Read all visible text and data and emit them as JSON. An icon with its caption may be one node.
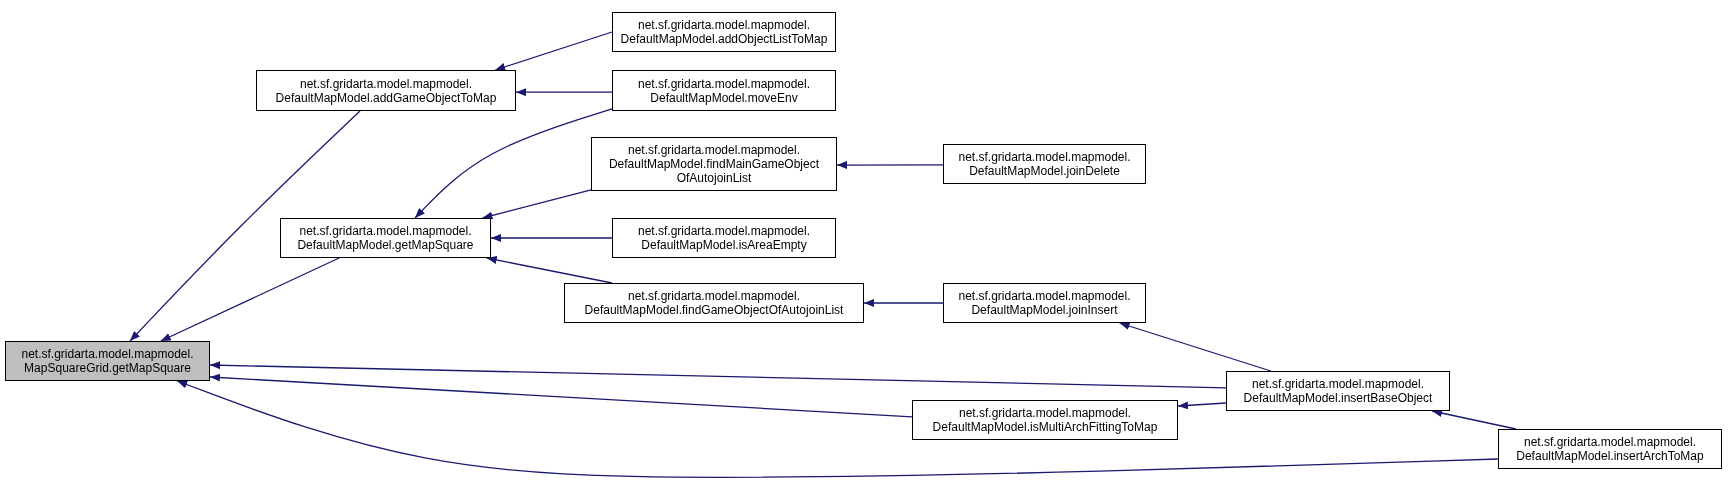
{
  "diagram": {
    "nodes": [
      {
        "text": [
          "net.sf.gridarta.model.mapmodel. MapSquareGrid.getMapSquare"
        ]
      },
      {
        "text": [
          "net.sf.gridarta.model.mapmodel. DefaultMapModel.addGameObjectToMap"
        ]
      },
      {
        "text": [
          "net.sf.gridarta.model.mapmodel. DefaultMapModel.getMapSquare"
        ]
      },
      {
        "text": [
          "net.sf.gridarta.model.mapmodel. DefaultMapModel.addObjectListToMap"
        ]
      },
      {
        "text": [
          "net.sf.gridarta.model.mapmodel. DefaultMapModel.moveEnv"
        ]
      },
      {
        "text": [
          "net.sf.gridarta.model.mapmodel. DefaultMapModel.findMainGameObject OfAutojoinList"
        ]
      },
      {
        "text": [
          "net.sf.gridarta.model.mapmodel. DefaultMapModel.isAreaEmpty"
        ]
      },
      {
        "text": [
          "net.sf.gridarta.model.mapmodel. DefaultMapModel.findGameObjectOfAutojoinList"
        ]
      },
      {
        "text": [
          "net.sf.gridarta.model.mapmodel. DefaultMapModel.joinDelete"
        ]
      },
      {
        "text": [
          "net.sf.gridarta.model.mapmodel. DefaultMapModel.joinInsert"
        ]
      },
      {
        "text": [
          "net.sf.gridarta.model.mapmodel. DefaultMapModel.isMultiArchFittingToMap"
        ]
      },
      {
        "text": [
          "net.sf.gridarta.model.mapmodel. DefaultMapModel.insertBaseObject"
        ]
      },
      {
        "text": [
          "net.sf.gridarta.model.mapmodel. DefaultMapModel.insertArchToMap"
        ]
      }
    ],
    "edges": [
      {
        "from": 1,
        "to": 0,
        "arrow": "to"
      },
      {
        "from": 2,
        "to": 0,
        "arrow": "to"
      },
      {
        "from": 11,
        "to": 0,
        "arrow": "to"
      },
      {
        "from": 10,
        "to": 0,
        "arrow": "to"
      },
      {
        "from": 12,
        "to": 0,
        "arrow": "to"
      },
      {
        "from": 3,
        "to": 1,
        "arrow": "to"
      },
      {
        "from": 4,
        "to": 1,
        "arrow": "to"
      },
      {
        "from": 4,
        "to": 2,
        "arrow": "to"
      },
      {
        "from": 5,
        "to": 2,
        "arrow": "to"
      },
      {
        "from": 6,
        "to": 2,
        "arrow": "to"
      },
      {
        "from": 7,
        "to": 2,
        "arrow": "to"
      },
      {
        "from": 8,
        "to": 5,
        "arrow": "to"
      },
      {
        "from": 9,
        "to": 7,
        "arrow": "to"
      },
      {
        "from": 11,
        "to": 9,
        "arrow": "to"
      },
      {
        "from": 11,
        "to": 10,
        "arrow": "to"
      },
      {
        "from": 12,
        "to": 11,
        "arrow": "to"
      }
    ]
  }
}
